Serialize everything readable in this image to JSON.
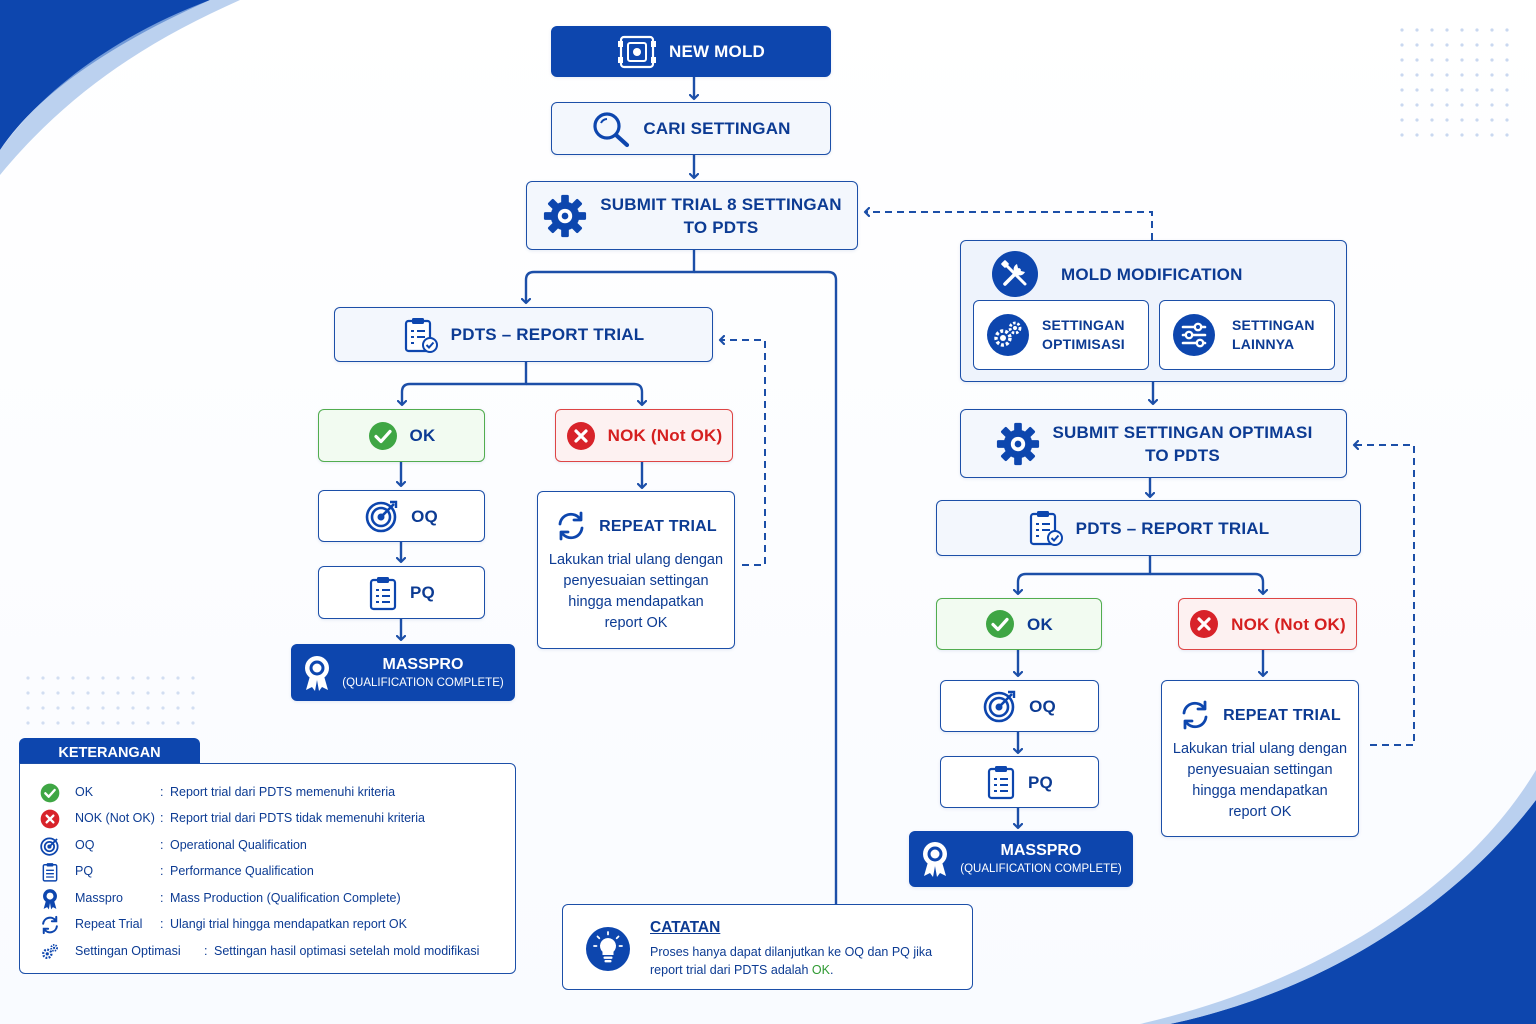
{
  "colors": {
    "primary": "#0d46ae",
    "text": "#0c3b93",
    "ok_green": "#2f9a32",
    "nok_red": "#d51f1f",
    "node_bg": "#f3f7fd"
  },
  "flow": {
    "new_mold": {
      "label": "NEW MOLD",
      "icon": "mold-icon"
    },
    "cari_settingan": {
      "label": "CARI SETTINGAN",
      "icon": "search-icon"
    },
    "submit_trial": {
      "line1": "SUBMIT TRIAL 8 SETTINGAN",
      "line2": "TO PDTS",
      "icon": "gear-icon"
    },
    "left": {
      "report_trial": {
        "label": "PDTS – REPORT TRIAL",
        "icon": "clipboard-check-icon"
      },
      "ok": {
        "label": "OK",
        "icon": "check-circle-icon"
      },
      "nok": {
        "label": "NOK (Not OK)",
        "icon": "x-circle-icon"
      },
      "oq": {
        "label": "OQ",
        "icon": "target-icon"
      },
      "pq": {
        "label": "PQ",
        "icon": "clipboard-list-icon"
      },
      "masspro": {
        "title": "MASSPRO",
        "subtitle": "(QUALIFICATION COMPLETE)",
        "icon": "award-icon"
      },
      "repeat": {
        "title": "REPEAT TRIAL",
        "desc": [
          "Lakukan trial ulang dengan",
          "penyesuaian settingan",
          "hingga mendapatkan",
          "report OK"
        ],
        "icon": "refresh-icon"
      }
    },
    "mold_modification": {
      "title": "MOLD MODIFICATION",
      "icon": "tools-icon",
      "optimisasi": {
        "line1": "SETTINGAN",
        "line2": "OPTIMISASI",
        "icon": "gears-icon"
      },
      "lainnya": {
        "line1": "SETTINGAN",
        "line2": "LAINNYA",
        "icon": "sliders-icon"
      }
    },
    "right": {
      "submit_optimasi": {
        "line1": "SUBMIT SETTINGAN OPTIMASI",
        "line2": "TO PDTS",
        "icon": "gear-icon"
      },
      "report_trial": {
        "label": "PDTS – REPORT TRIAL",
        "icon": "clipboard-check-icon"
      },
      "ok": {
        "label": "OK",
        "icon": "check-circle-icon"
      },
      "nok": {
        "label": "NOK (Not OK)",
        "icon": "x-circle-icon"
      },
      "oq": {
        "label": "OQ",
        "icon": "target-icon"
      },
      "pq": {
        "label": "PQ",
        "icon": "clipboard-list-icon"
      },
      "masspro": {
        "title": "MASSPRO",
        "subtitle": "(QUALIFICATION COMPLETE)",
        "icon": "award-icon"
      },
      "repeat": {
        "title": "REPEAT TRIAL",
        "desc": [
          "Lakukan trial ulang dengan",
          "penyesuaian settingan",
          "hingga mendapatkan",
          "report OK"
        ],
        "icon": "refresh-icon"
      }
    }
  },
  "legend": {
    "title": "KETERANGAN",
    "items": [
      {
        "term": "OK",
        "desc": "Report trial dari PDTS memenuhi kriteria",
        "icon": "check-circle-icon"
      },
      {
        "term": "NOK (Not OK)",
        "desc": "Report trial dari PDTS tidak memenuhi kriteria",
        "icon": "x-circle-icon"
      },
      {
        "term": "OQ",
        "desc": "Operational Qualification",
        "icon": "target-icon"
      },
      {
        "term": "PQ",
        "desc": "Performance Qualification",
        "icon": "clipboard-list-icon"
      },
      {
        "term": "Masspro",
        "desc": "Mass Production (Qualification Complete)",
        "icon": "award-icon"
      },
      {
        "term": "Repeat Trial",
        "desc": "Ulangi trial hingga mendapatkan report OK",
        "icon": "refresh-icon"
      },
      {
        "term": "Settingan Optimasi",
        "desc": "Settingan hasil optimasi setelah mold modifikasi",
        "icon": "gears-icon"
      }
    ]
  },
  "note": {
    "title": "CATATAN",
    "text_before": "Proses hanya dapat dilanjutkan ke OQ dan PQ jika report trial dari PDTS adalah ",
    "ok_word": "OK",
    "text_after": ".",
    "icon": "lightbulb-icon"
  }
}
